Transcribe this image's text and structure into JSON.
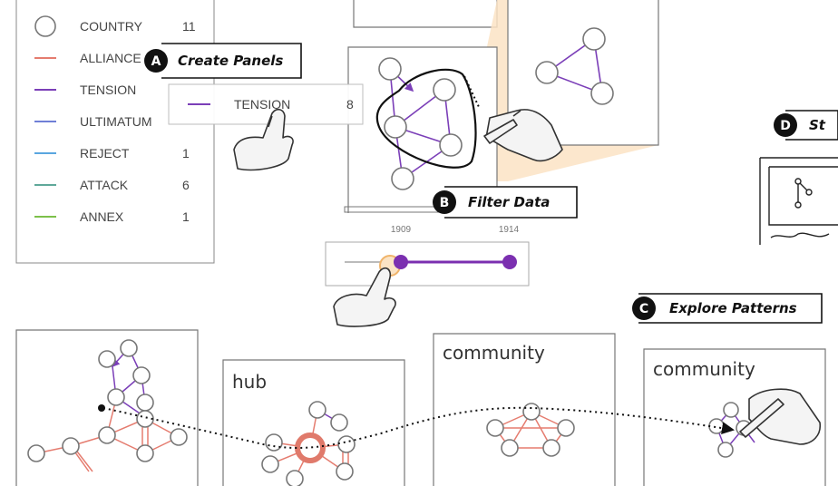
{
  "legend": {
    "items": [
      {
        "label": "COUNTRY",
        "count": "11",
        "color": "#888888",
        "kind": "node"
      },
      {
        "label": "ALLIANCE",
        "count": "",
        "color": "#e57c6f",
        "kind": "edge"
      },
      {
        "label": "TENSION",
        "count": "",
        "color": "#7b3fb8",
        "kind": "edge"
      },
      {
        "label": "ULTIMATUM",
        "count": "",
        "color": "#6f7fd6",
        "kind": "edge"
      },
      {
        "label": "REJECT",
        "count": "1",
        "color": "#5aa6e0",
        "kind": "edge"
      },
      {
        "label": "ATTACK",
        "count": "6",
        "color": "#5fa89a",
        "kind": "edge"
      },
      {
        "label": "ANNEX",
        "count": "1",
        "color": "#7cc04a",
        "kind": "edge"
      }
    ]
  },
  "dragged_item": {
    "label": "TENSION",
    "count": "8",
    "color": "#7b3fb8"
  },
  "callouts": {
    "a": {
      "badge": "A",
      "text": "Create Panels"
    },
    "b": {
      "badge": "B",
      "text": "Filter Data"
    },
    "c": {
      "badge": "C",
      "text": "Explore Patterns"
    },
    "d": {
      "badge": "D",
      "text": "St"
    }
  },
  "slider": {
    "start_label": "1909",
    "end_label": "1914",
    "color": "#7b2fb0"
  },
  "panels": {
    "hub": {
      "title": "hub"
    },
    "community1": {
      "title": "community"
    },
    "community2": {
      "title": "community"
    }
  },
  "colors": {
    "alliance": "#e57c6f",
    "tension": "#7b3fb8",
    "highlight": "#fbe3c4",
    "badge": "#111111"
  }
}
